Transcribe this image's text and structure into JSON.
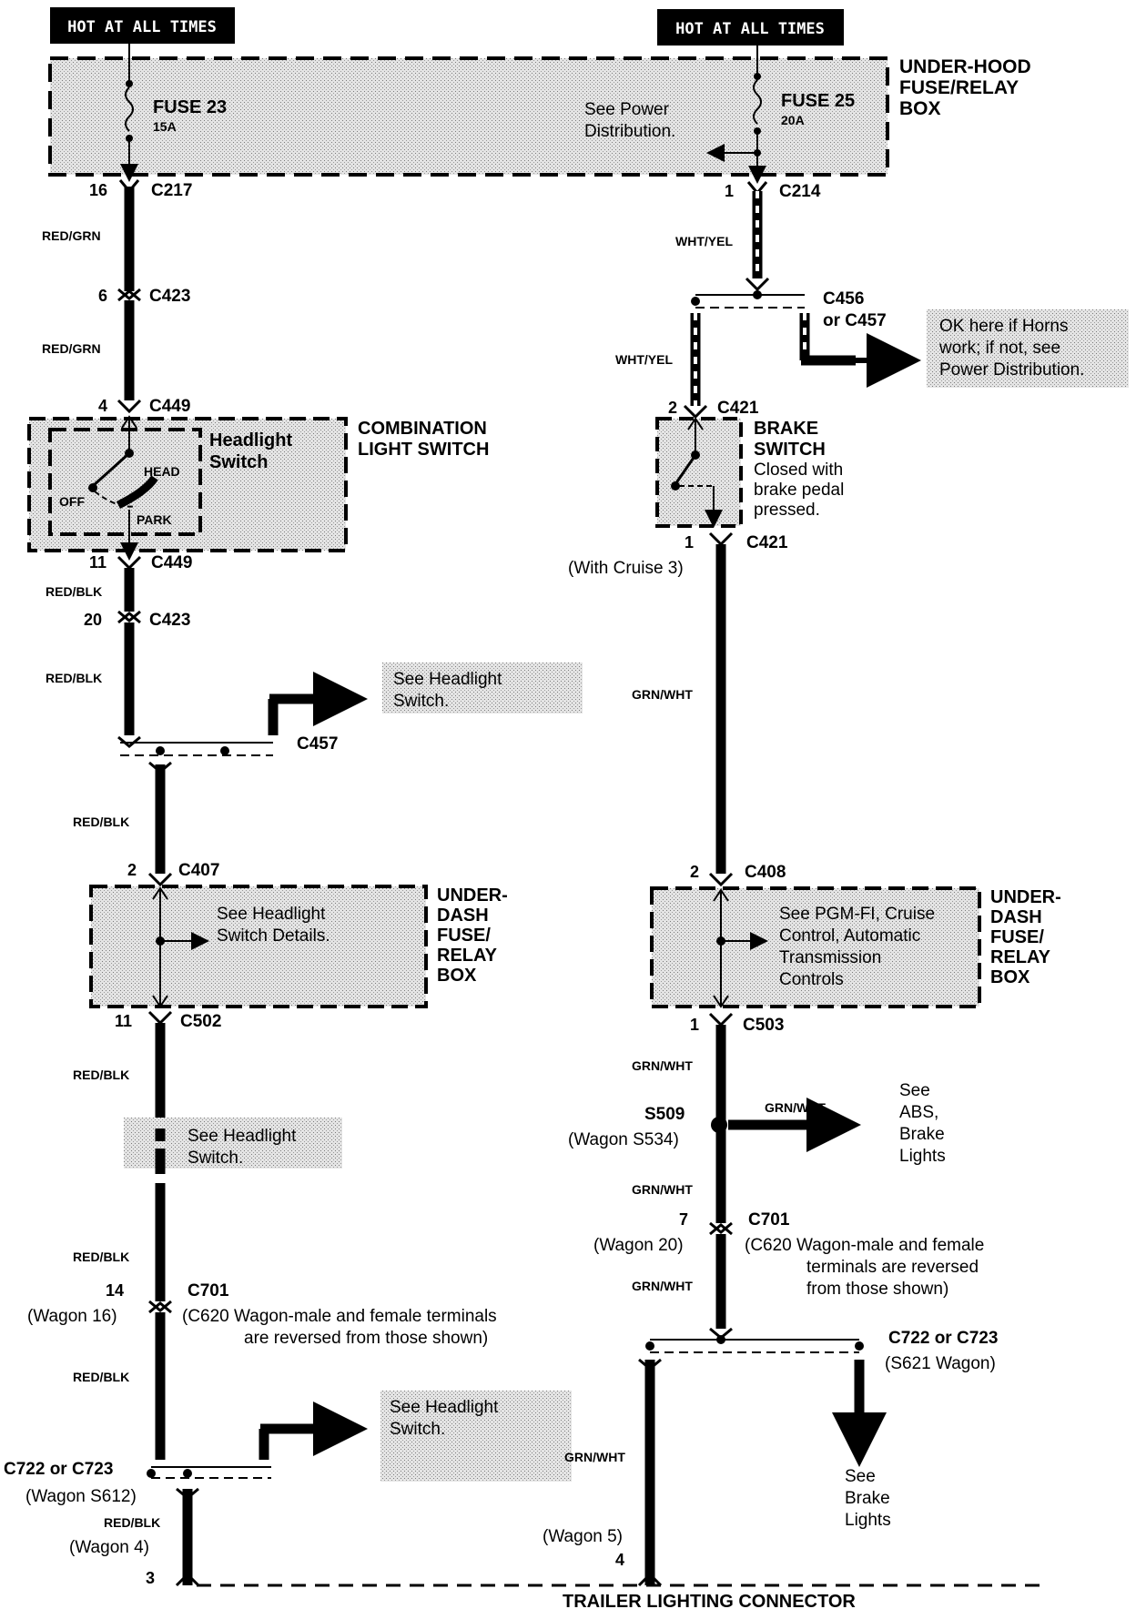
{
  "top": {
    "left_badge": "HOT AT ALL TIMES",
    "right_badge": "HOT AT ALL TIMES"
  },
  "underhood_box": {
    "title_1": "UNDER-HOOD",
    "title_2": "FUSE/RELAY",
    "title_3": "BOX",
    "fuse23_name": "FUSE 23",
    "fuse23_amp": "15A",
    "fuse25_name": "FUSE 25",
    "fuse25_amp": "20A",
    "power_note_1": "See Power",
    "power_note_2": "Distribution."
  },
  "left": {
    "c217_pin": "16",
    "c217": "C217",
    "wire_red_grn_1": "RED/GRN",
    "c423_pin_a": "6",
    "c423_a": "C423",
    "wire_red_grn_2": "RED/GRN",
    "c449_pin_a": "4",
    "c449_a": "C449",
    "combo_title_1": "COMBINATION",
    "combo_title_2": "LIGHT SWITCH",
    "headlight_switch_1": "Headlight",
    "headlight_switch_2": "Switch",
    "pos_head": "HEAD",
    "pos_off": "OFF",
    "pos_park": "PARK",
    "c449_pin_b": "11",
    "c449_b": "C449",
    "wire_red_blk_1": "RED/BLK",
    "c423_pin_b": "20",
    "c423_b": "C423",
    "wire_red_blk_2": "RED/BLK",
    "see_hl_1a": "See Headlight",
    "see_hl_1b": "Switch.",
    "c457": "C457",
    "wire_red_blk_3": "RED/BLK",
    "c407_pin": "2",
    "c407": "C407",
    "underdash_1": "UNDER-",
    "underdash_2": "DASH",
    "underdash_3": "FUSE/",
    "underdash_4": "RELAY",
    "underdash_5": "BOX",
    "hl_details_1": "See Headlight",
    "hl_details_2": "Switch Details.",
    "c502_pin": "11",
    "c502": "C502",
    "wire_red_blk_4": "RED/BLK",
    "see_hl_2a": "See Headlight",
    "see_hl_2b": "Switch.",
    "wire_red_blk_5": "RED/BLK",
    "c701_pin": "14",
    "c701": "C701",
    "wagon_16": "(Wagon 16)",
    "c620_note_1": "(C620 Wagon-male and female terminals",
    "c620_note_2": "are reversed from those shown)",
    "wire_red_blk_6": "RED/BLK",
    "see_hl_3a": "See Headlight",
    "see_hl_3b": "Switch.",
    "c722_label": "C722 or C723",
    "wagon_s612": "(Wagon  S612)",
    "wire_red_blk_7": "RED/BLK",
    "wagon_4": "(Wagon 4)",
    "pin_3": "3"
  },
  "right": {
    "c214_pin": "1",
    "c214": "C214",
    "wire_wht_yel_1": "WHT/YEL",
    "c456_1": "C456",
    "c456_2": "or C457",
    "horns_note_1": "OK here if Horns",
    "horns_note_2": "work; if not, see",
    "horns_note_3": "Power Distribution.",
    "wire_wht_yel_2": "WHT/YEL",
    "c421_pin_a": "2",
    "c421_a": "C421",
    "brake_title_1": "BRAKE",
    "brake_title_2": "SWITCH",
    "brake_note_1": "Closed with",
    "brake_note_2": "brake pedal",
    "brake_note_3": "pressed.",
    "c421_pin_b": "1",
    "c421_b": "C421",
    "with_cruise": "(With Cruise 3)",
    "wire_grn_wht_1": "GRN/WHT",
    "c408_pin": "2",
    "c408": "C408",
    "underdash_1": "UNDER-",
    "underdash_2": "DASH",
    "underdash_3": "FUSE/",
    "underdash_4": "RELAY",
    "underdash_5": "BOX",
    "pgm_1": "See PGM-FI, Cruise",
    "pgm_2": "Control, Automatic",
    "pgm_3": "Transmission",
    "pgm_4": "Controls",
    "c503_pin": "1",
    "c503": "C503",
    "wire_grn_wht_2": "GRN/WHT",
    "s509": "S509",
    "wagon_s534": "(Wagon S534)",
    "branch_wire": "GRN/WHT",
    "abs_1": "See",
    "abs_2": "ABS,",
    "abs_3": "Brake",
    "abs_4": "Lights",
    "wire_grn_wht_3": "GRN/WHT",
    "c701_pin": "7",
    "c701": "C701",
    "wagon_20": "(Wagon 20)",
    "c620_note_1": "(C620 Wagon-male and female",
    "c620_note_2": "terminals are reversed",
    "c620_note_3": "from those shown)",
    "wire_grn_wht_4": "GRN/WHT",
    "c722_label": "C722 or C723",
    "s621": "(S621 Wagon)",
    "wire_grn_wht_5": "GRN/WHT",
    "brake_lights_1": "See",
    "brake_lights_2": "Brake",
    "brake_lights_3": "Lights",
    "wagon_5": "(Wagon 5)",
    "pin_4": "4"
  },
  "bottom": {
    "connector_title": "TRAILER LIGHTING CONNECTOR"
  }
}
